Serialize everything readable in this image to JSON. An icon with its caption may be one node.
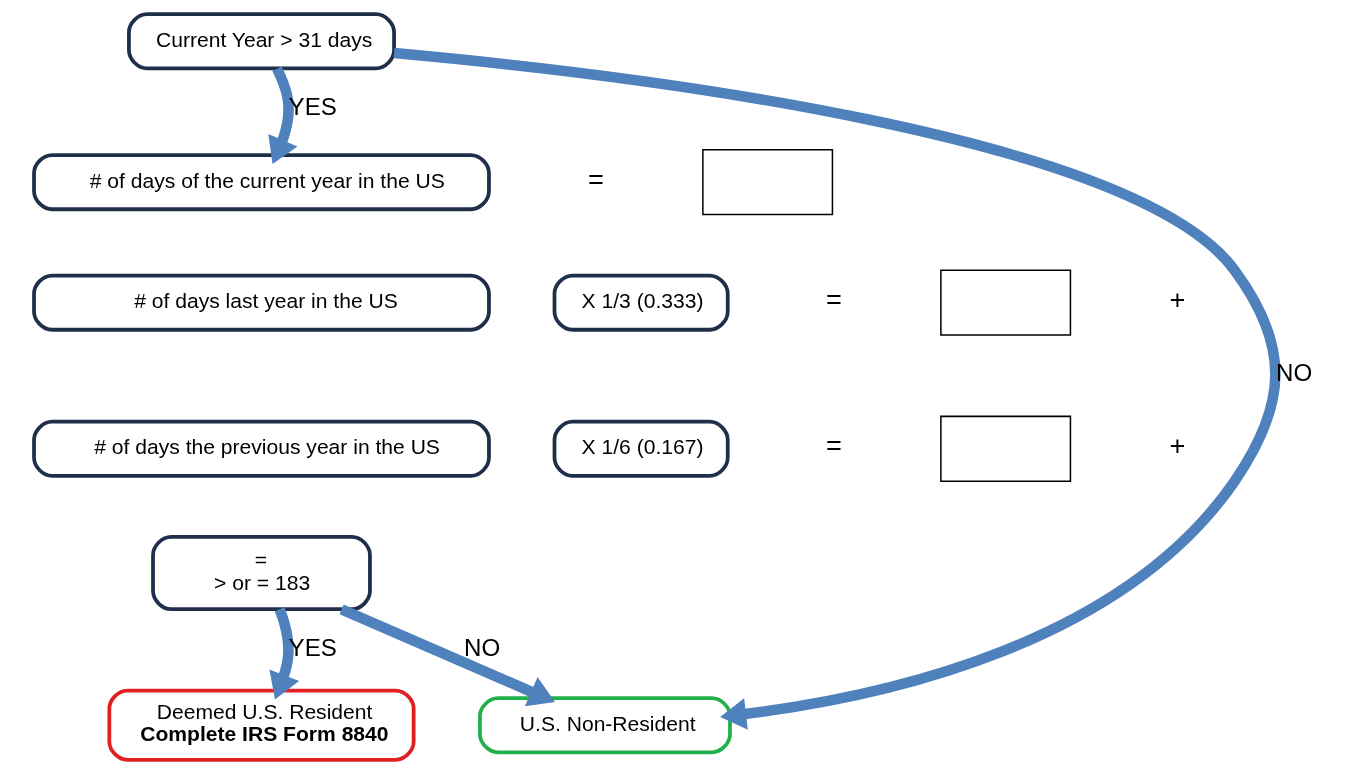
{
  "diagram": {
    "nodes": [
      {
        "text": [
          "Current Year > 31 days"
        ]
      },
      {
        "text": [
          "# of days of the current year in the US"
        ]
      },
      {
        "text": [
          "# of days last year in the US"
        ]
      },
      {
        "text": [
          "# of days the previous year in the US"
        ]
      },
      {
        "text": [
          "X 1/3 (0.333)"
        ]
      },
      {
        "text": [
          "X 1/6 (0.167)"
        ]
      },
      {
        "text": [],
        "shape": "box"
      },
      {
        "text": [],
        "shape": "box"
      },
      {
        "text": [],
        "shape": "box"
      },
      {
        "text": [
          "=",
          "> or = 183"
        ]
      },
      {
        "text": [
          "Deemed U.S. Resident",
          "Complete IRS Form 8840"
        ]
      },
      {
        "text": [
          "U.S. Non-Resident"
        ]
      }
    ],
    "edges": [
      {
        "from": 0,
        "to": 1,
        "label": "YES",
        "arrow": "to"
      },
      {
        "from": 0,
        "to": 11,
        "label": "NO",
        "arrow": "to"
      },
      {
        "from": 9,
        "to": 11,
        "label": "NO",
        "arrow": "to"
      },
      {
        "from": 9,
        "to": 10,
        "label": "YES",
        "arrow": "to"
      }
    ],
    "labels": [
      "=",
      "=",
      "+",
      "=",
      "+"
    ]
  }
}
